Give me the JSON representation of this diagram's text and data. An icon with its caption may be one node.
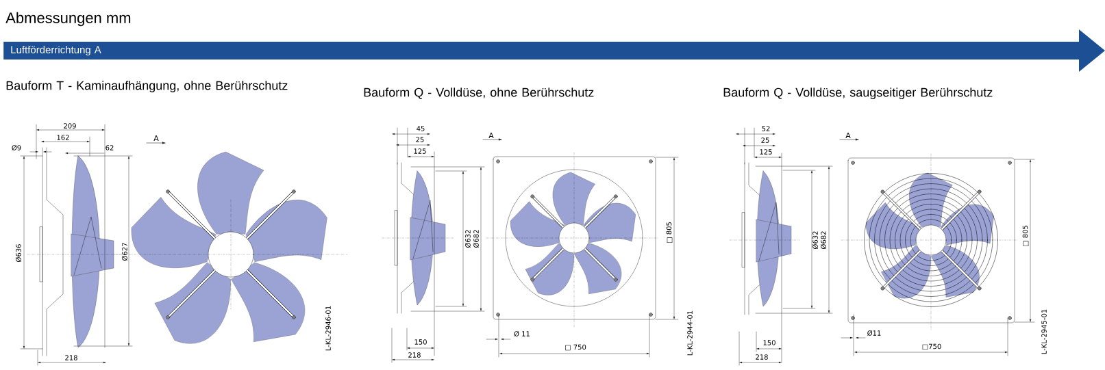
{
  "diagram": {
    "title": "Abmessungen mm",
    "nodes": [
      {
        "text": [
          "Luftförderrichtung A"
        ]
      }
    ],
    "labels": [
      "Bauform T - Kaminaufhängung, ohne Berührschutz",
      "209",
      "162",
      "Ø9",
      "62",
      "A",
      "Ø636",
      "Ø627",
      "218",
      "L-KL-2946-01",
      "Bauform Q - Volldüse, ohne Berührschutz",
      "45",
      "25",
      "125",
      "A",
      "Ø632",
      "Ø682",
      "□ 805",
      "Ø 11",
      "□ 750",
      "150",
      "218",
      "L-KL-2944-01",
      "Bauform Q - Volldüse, saugseitiger Berührschutz",
      "52",
      "25",
      "125",
      "A",
      "Ø632",
      "Ø682",
      "□ 805",
      "Ø11",
      "□750",
      "150",
      "218",
      "L-KL-2945-01"
    ]
  }
}
